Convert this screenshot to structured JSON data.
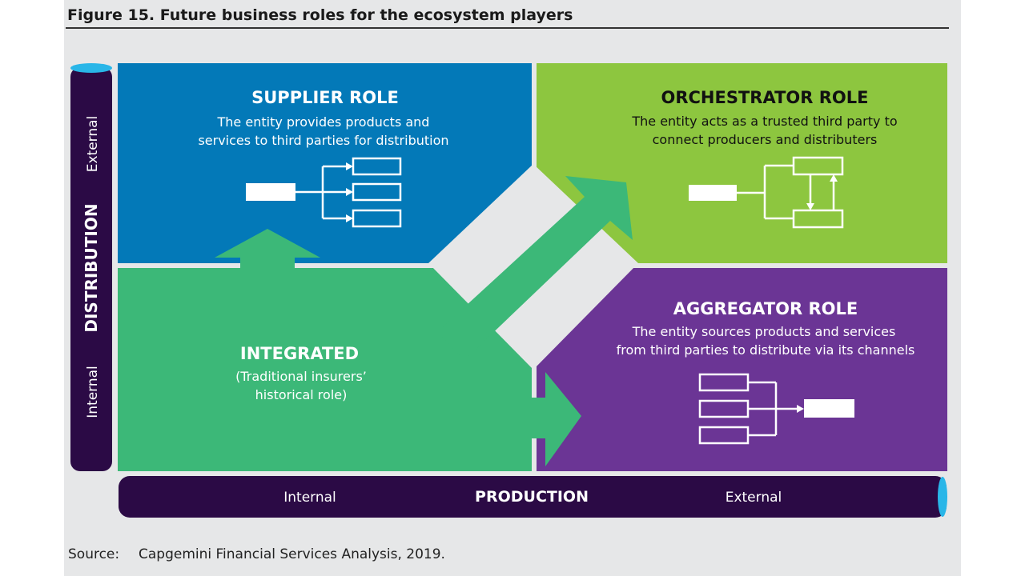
{
  "figure": {
    "title": "Figure 15. Future business roles for the ecosystem players",
    "source_label": "Source:",
    "source_text": "Capgemini Financial Services Analysis, 2019."
  },
  "axes": {
    "vertical": {
      "name": "DISTRIBUTION",
      "top_label": "External",
      "bottom_label": "Internal"
    },
    "horizontal": {
      "name": "PRODUCTION",
      "left_label": "Internal",
      "right_label": "External"
    }
  },
  "quadrants": {
    "supplier": {
      "title": "SUPPLIER ROLE",
      "desc_line1": "The entity provides products and",
      "desc_line2": "services to third parties for distribution",
      "color": "#0379b8"
    },
    "orchestrator": {
      "title": "ORCHESTRATOR ROLE",
      "desc_line1": "The entity acts as a trusted third party to",
      "desc_line2": "connect producers and distributers",
      "color": "#8dc63f"
    },
    "integrated": {
      "title": "INTEGRATED",
      "desc_line1": "(Traditional insurers’",
      "desc_line2": "historical role)",
      "color": "#3cb878"
    },
    "aggregator": {
      "title": "AGGREGATOR ROLE",
      "desc_line1": "The entity sources products and services",
      "desc_line2": "from third parties to distribute via its channels",
      "color": "#6b3595"
    }
  },
  "colors": {
    "axis_bar": "#2b0a45",
    "axis_cap": "#29b6e8",
    "background": "#e6e7e8",
    "arrow": "#3cb878"
  }
}
